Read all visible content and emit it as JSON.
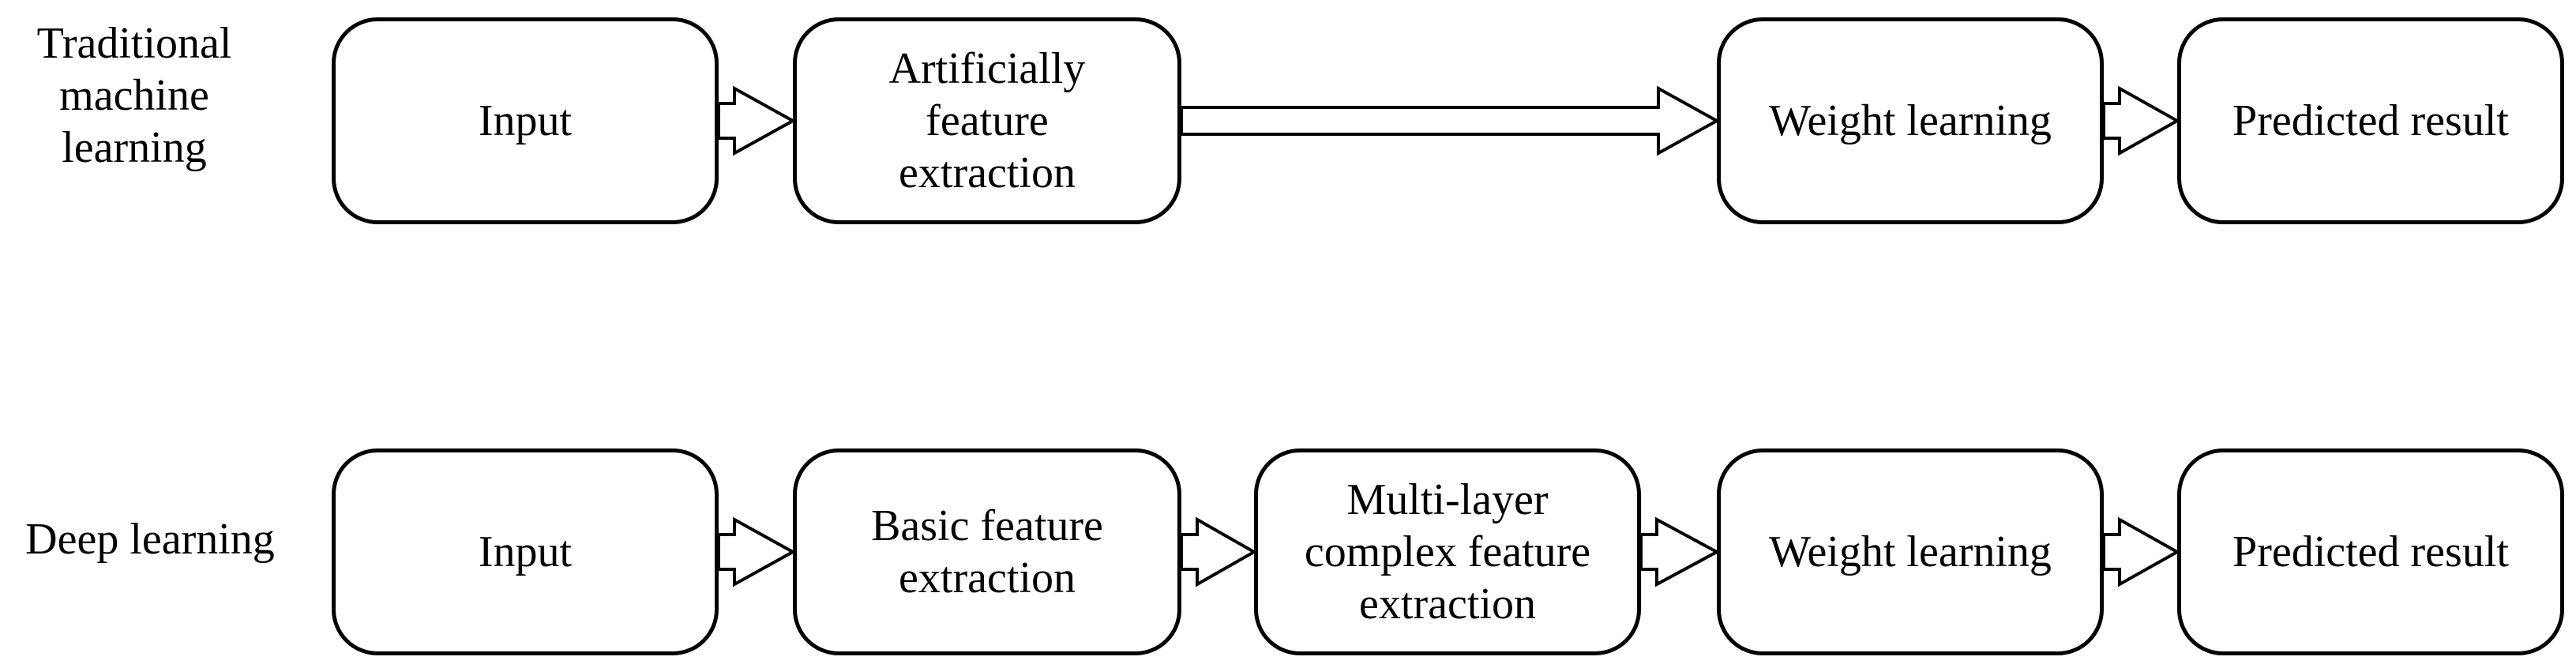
{
  "rows": [
    {
      "label": "Traditional\nmachine\nlearning",
      "nodes": [
        "Input",
        "Artificially\nfeature\nextraction",
        "Weight learning",
        "Predicted result"
      ]
    },
    {
      "label": "Deep learning",
      "nodes": [
        "Input",
        "Basic feature\nextraction",
        "Multi-layer\ncomplex feature\nextraction",
        "Weight learning",
        "Predicted result"
      ]
    }
  ]
}
